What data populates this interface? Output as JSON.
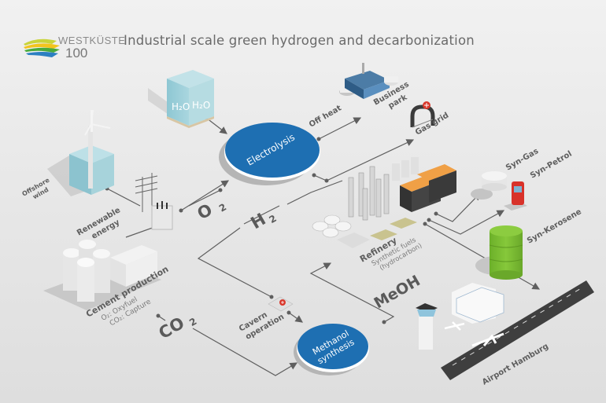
{
  "header": {
    "logo_word": "WESTKÜSTE",
    "logo_number": "100",
    "title": "Industrial scale green hydrogen and decarbonization"
  },
  "colors": {
    "process_blue": "#1e6fb2",
    "background": "#ececec",
    "connector": "#5f5f5f",
    "valve_red": "#d9372b",
    "kerosene_green": "#7cbc2a",
    "petrol_red": "#d8322a",
    "refinery_orange": "#f0a046",
    "water_cube": "#a7d3dc"
  },
  "processes": {
    "electrolysis": "Electrolysis",
    "methanol": [
      "Methanol",
      "synthesis"
    ]
  },
  "molecules": {
    "o2": {
      "base": "O",
      "sub": "2"
    },
    "h2": {
      "base": "H",
      "sub": "2"
    },
    "co2": {
      "base": "CO",
      "sub": "2"
    },
    "meoh": "MeOH",
    "water_cube": [
      "H₂O",
      "H₂O"
    ]
  },
  "nodes": {
    "offshore_wind": [
      "Offshore",
      "wind"
    ],
    "renewable_energy": [
      "Renewable",
      "energy"
    ],
    "off_heat": "Off heat",
    "business_park": [
      "Business",
      "park"
    ],
    "gas_grid": "Gas grid",
    "cement": {
      "title": "Cement production",
      "line1": "O₂: Oxyfuel",
      "line2": "CO₂: Capture"
    },
    "refinery": {
      "title": "Refinery",
      "line1": "Synthetic fuels",
      "line2": "(hydrocarbon)"
    },
    "syn_gas": "Syn-Gas",
    "syn_petrol": "Syn-Petrol",
    "syn_kerosene": "Syn-Kerosene",
    "cavern": [
      "Cavern",
      "operation"
    ],
    "airport": "Airport Hamburg"
  }
}
